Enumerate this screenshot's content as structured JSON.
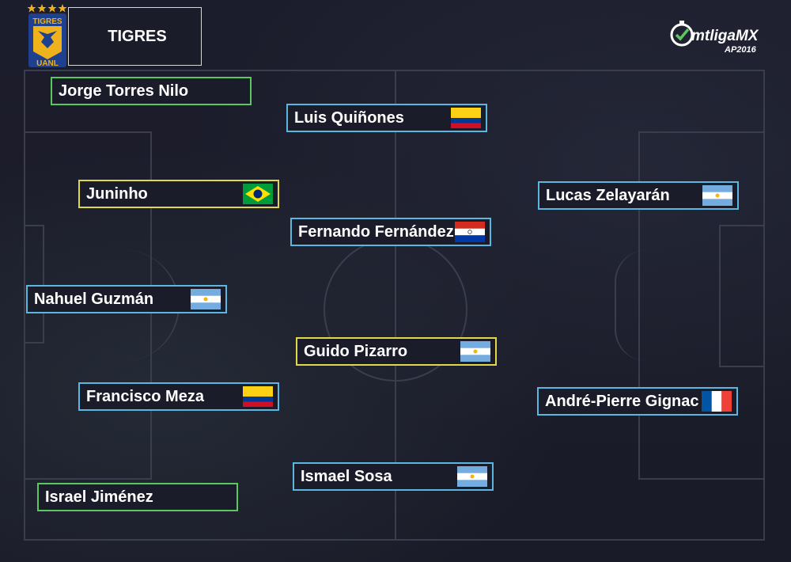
{
  "header": {
    "team_name": "TIGRES",
    "logo_text_top": "TIGRES",
    "logo_text_bottom": "UANL",
    "brand_text": "mtligaMX",
    "brand_sub": "AP2016"
  },
  "players": [
    {
      "name": "Jorge Torres Nilo",
      "flag": null
    },
    {
      "name": "Luis Quiñones",
      "flag": "colombia-flag-icon"
    },
    {
      "name": "Juninho",
      "flag": "brazil-flag-icon"
    },
    {
      "name": "Lucas Zelayarán",
      "flag": "argentina-flag-icon"
    },
    {
      "name": "Fernando Fernández",
      "flag": "paraguay-flag-icon"
    },
    {
      "name": "Nahuel Guzmán",
      "flag": "argentina-flag-icon"
    },
    {
      "name": "Guido Pizarro",
      "flag": "argentina-flag-icon"
    },
    {
      "name": "Francisco Meza",
      "flag": "colombia-flag-icon"
    },
    {
      "name": "André-Pierre Gignac",
      "flag": "france-flag-icon"
    },
    {
      "name": "Ismael Sosa",
      "flag": "argentina-flag-icon"
    },
    {
      "name": "Israel Jiménez",
      "flag": null
    }
  ],
  "colors": {
    "background": "#1b1c2a",
    "border_green": "#5ac85e",
    "border_blue": "#5bb6e0",
    "border_yellow": "#e0d84a",
    "logo_gold": "#f0b21c",
    "logo_blue": "#1f3f8f"
  }
}
